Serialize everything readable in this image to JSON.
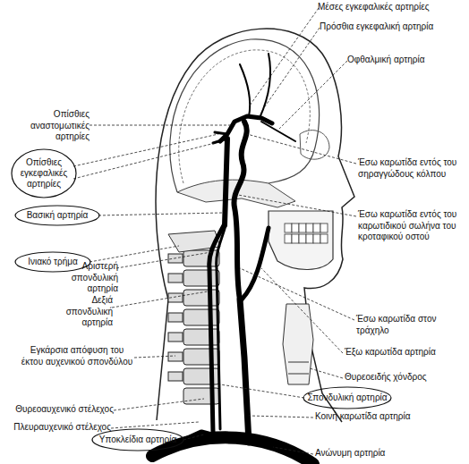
{
  "diagram": {
    "nodes": [
      {
        "text": [
          "Οπίσθιες εγκεφαλικές αρτηρίες"
        ]
      },
      {
        "text": [
          "Βασική αρτηρία"
        ]
      },
      {
        "text": [
          "Ινιακό τρήμα"
        ]
      },
      {
        "text": [
          "Σπονδυλική αρτηρία"
        ]
      },
      {
        "text": [
          "Υποκλείδια αρτηρία"
        ]
      }
    ],
    "labels": [
      "Μέσες εγκεφαλικές αρτηρίες",
      "Πρόσθια εγκεφαλική αρτηρία",
      "Οφθαλμική αρτηρία",
      "Οπίσθιες αναστομωτικές αρτηρίες",
      "Έσω καρωτίδα εντός του σηραγγώδους κόλπου",
      "Έσω καρωτίδα εντός του καρωτιδικού σωλήνα του κροταφικού οστού",
      "Αριστερή σπονδυλική αρτηρία",
      "Δεξιά σπονδυλική αρτηρία",
      "Έσω καρωτίδα στον τράχηλο",
      "Εγκάρσια απόφυση του έκτου αυχενικού σπονδύλου",
      "Έξω καρωτίδα αρτηρία",
      "Θυρεοειδής χόνδρος",
      "Θυρεοαυχενικό στέλεχος",
      "Κοινή καρωτίδα αρτηρία",
      "Πλευραυχενικό στέλεχος",
      "Ανώνυμη αρτηρία"
    ]
  }
}
